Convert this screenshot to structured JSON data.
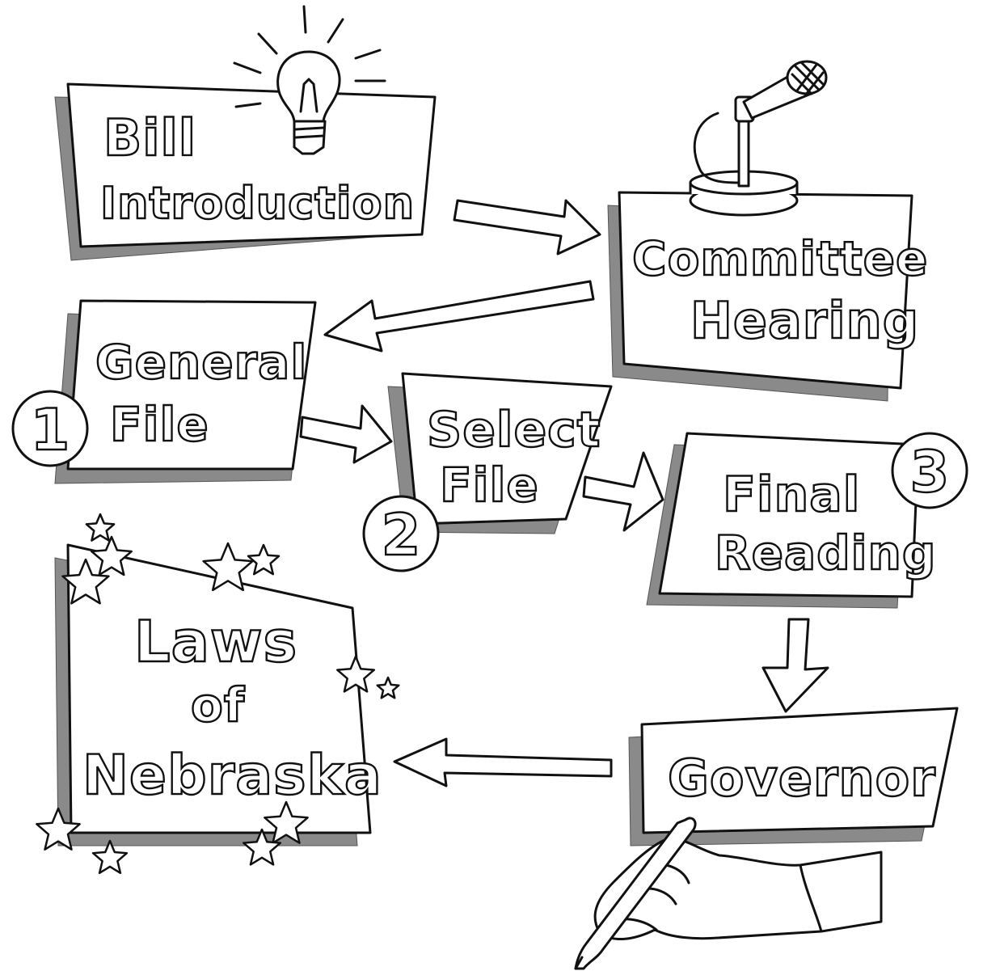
{
  "steps": {
    "bill_introduction": {
      "line1": "Bill",
      "line2": "Introduction"
    },
    "committee_hearing": {
      "line1": "Committee",
      "line2": "Hearing"
    },
    "general_file": {
      "line1": "General",
      "line2": "File",
      "badge": "1"
    },
    "select_file": {
      "line1": "Select",
      "line2": "File",
      "badge": "2"
    },
    "final_reading": {
      "line1": "Final",
      "line2": "Reading",
      "badge": "3"
    },
    "governor": {
      "line1": "Governor"
    },
    "laws_of_nebraska": {
      "line1": "Laws",
      "line2": "of",
      "line3": "Nebraska"
    }
  },
  "icons": {
    "bill_introduction": "lightbulb-icon",
    "committee_hearing": "microphone-icon",
    "governor": "hand-with-pen-icon",
    "laws_of_nebraska": "stars-icon"
  },
  "colors": {
    "ink": "#111111",
    "shadow": "#8a8a8a",
    "paper": "#ffffff"
  }
}
